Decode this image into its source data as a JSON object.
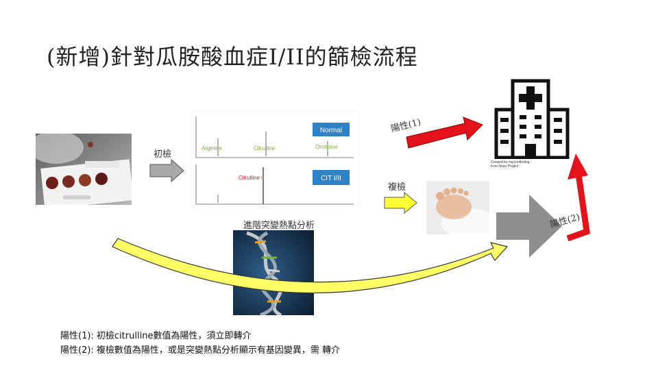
{
  "title": "(新增)針對瓜胺酸血症I/II的篩檢流程",
  "labels": {
    "initial_screen": "初檢",
    "recheck": "複檢",
    "positive1": "陽性(1)",
    "positive2": "陽性(2)",
    "mutation_analysis": "進階突變熱點分析"
  },
  "msms": {
    "normal_tag": "Normal",
    "cit_tag": "CIT I/II",
    "peak_labels": [
      "Arginine",
      "Citrulline",
      "Ornithine"
    ],
    "citrulline_up": "Citrulline↑"
  },
  "hospital_credit": [
    "Created by myiconfinding",
    "from Noun Project"
  ],
  "notes": [
    "陽性(1): 初檢citrulline數值為陽性，須立即轉介",
    "陽性(2): 複檢數值為陽性，或是突變熱點分析顯示有基因變異，需 轉介"
  ],
  "colors": {
    "red_arrow": "#e3121b",
    "yellow_arrow": "#ffff33",
    "gray_arrow": "#8f8f8f",
    "tag_blue": "#2e83c6"
  }
}
